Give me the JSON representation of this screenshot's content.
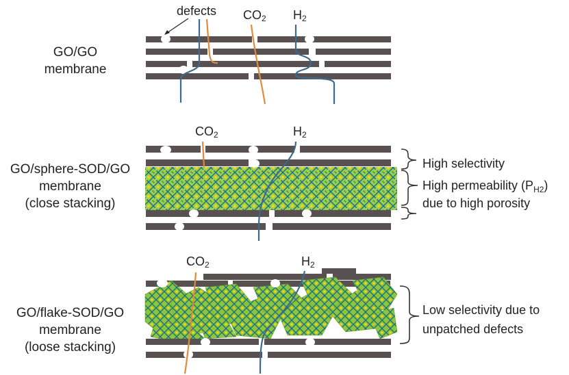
{
  "annotations": {
    "defects": "defects",
    "co2_main": "CO",
    "co2_sub": "2",
    "h2_main": "H",
    "h2_sub": "2"
  },
  "panels": [
    {
      "label_lines": [
        "GO/GO",
        "membrane"
      ]
    },
    {
      "label_lines": [
        "GO/sphere-SOD/GO",
        "membrane",
        "(close stacking)"
      ],
      "notes": {
        "line1": "High selectivity",
        "line2_pre": "High permeability (P",
        "line2_sub": "H2",
        "line2_post": ")",
        "line3": "due to high porosity"
      }
    },
    {
      "label_lines": [
        "GO/flake-SOD/GO",
        "membrane",
        "(loose stacking)"
      ],
      "notes": {
        "line1": "Low selectivity due to",
        "line2": "unpatched defects"
      }
    }
  ],
  "colors": {
    "go_sheet": "#595151",
    "defect_hole": "#ffffff",
    "co2_path": "#e08a3c",
    "h2_path": "#3c6a8e",
    "sod_green": "#8cc63f",
    "sod_teal": "#1a6f7a",
    "sod_yellow": "#f2d21b",
    "bracket": "#333333"
  }
}
